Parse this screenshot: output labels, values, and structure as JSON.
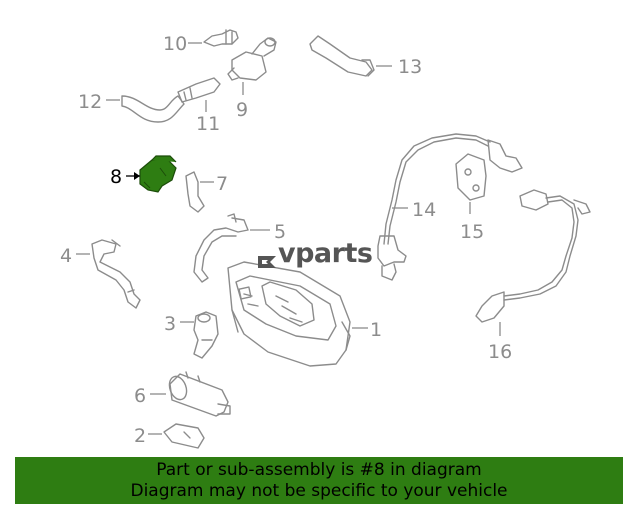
{
  "diagram": {
    "highlighted_part": "8",
    "callouts": [
      "1",
      "2",
      "3",
      "4",
      "5",
      "6",
      "7",
      "8",
      "9",
      "10",
      "11",
      "12",
      "13",
      "14",
      "15",
      "16"
    ],
    "colors": {
      "highlight": "#2e7d12",
      "line": "#8c8c8c",
      "active_text": "#000000"
    }
  },
  "watermark": {
    "text": "vparts",
    "logo": "evparts-logo"
  },
  "banner": {
    "line1": "Part or sub-assembly is #8 in diagram",
    "line2": "Diagram may not be specific to your vehicle"
  }
}
